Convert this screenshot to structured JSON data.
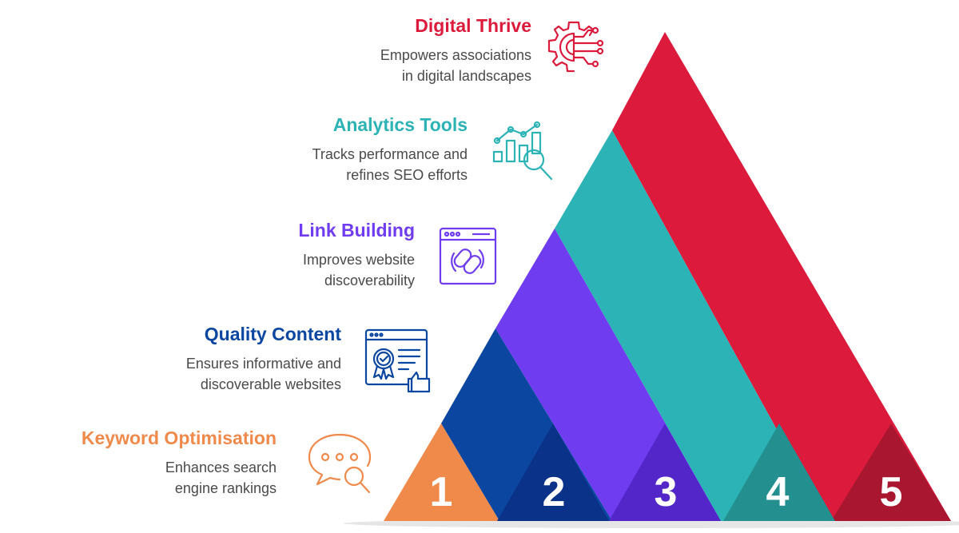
{
  "colors": {
    "orange": "#f08a4b",
    "navy": "#0b47a1",
    "purple": "#6f3cf0",
    "teal": "#2bb3b6",
    "red": "#db1a3c"
  },
  "steps": [
    {
      "number": "1",
      "title": "Keyword Optimisation",
      "desc": [
        "Enhances search",
        "engine rankings"
      ],
      "icon": "chat-search-icon"
    },
    {
      "number": "2",
      "title": "Quality Content",
      "desc": [
        "Ensures informative and",
        "discoverable websites"
      ],
      "icon": "certificate-document-icon"
    },
    {
      "number": "3",
      "title": "Link Building",
      "desc": [
        "Improves website",
        "discoverability"
      ],
      "icon": "browser-link-icon"
    },
    {
      "number": "4",
      "title": "Analytics Tools",
      "desc": [
        "Tracks performance and",
        "refines SEO efforts"
      ],
      "icon": "analytics-chart-icon"
    },
    {
      "number": "5",
      "title": "Digital Thrive",
      "desc": [
        "Empowers associations",
        "in digital landscapes"
      ],
      "icon": "gear-circuit-icon"
    }
  ]
}
